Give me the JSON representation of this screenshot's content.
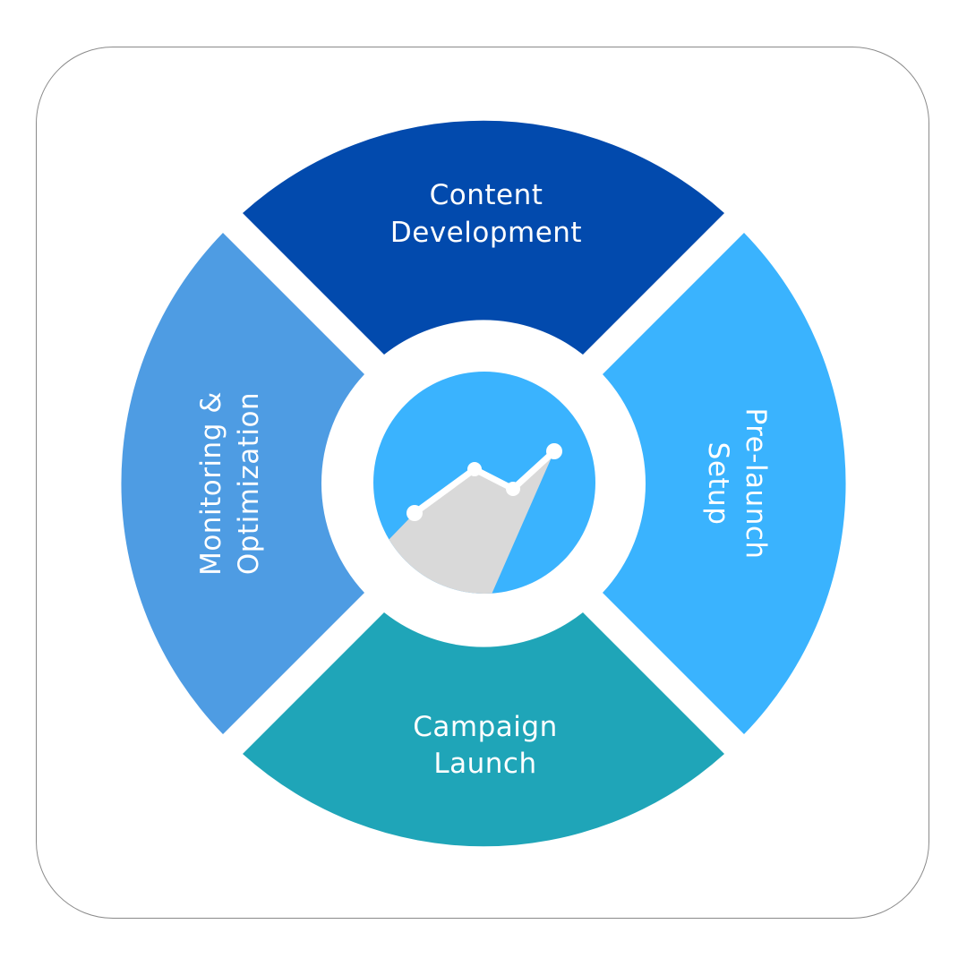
{
  "segments": {
    "content_development": {
      "line1": "Content",
      "line2": "Development",
      "color": "#024AAD"
    },
    "pre_launch_setup": {
      "line1": "Pre-launch",
      "line2": "Setup",
      "color": "#3AB3FE"
    },
    "campaign_launch": {
      "line1": "Campaign",
      "line2": "Launch",
      "color": "#1FA5B8"
    },
    "monitoring_optimization": {
      "line1": "Monitoring &",
      "line2": "Optimization",
      "color": "#4E9CE3"
    }
  },
  "center_icon": {
    "name": "growth-chart-icon",
    "circle_color": "#3AB3FE",
    "area_color": "#D9D9D9",
    "line_color": "#FFFFFF"
  }
}
